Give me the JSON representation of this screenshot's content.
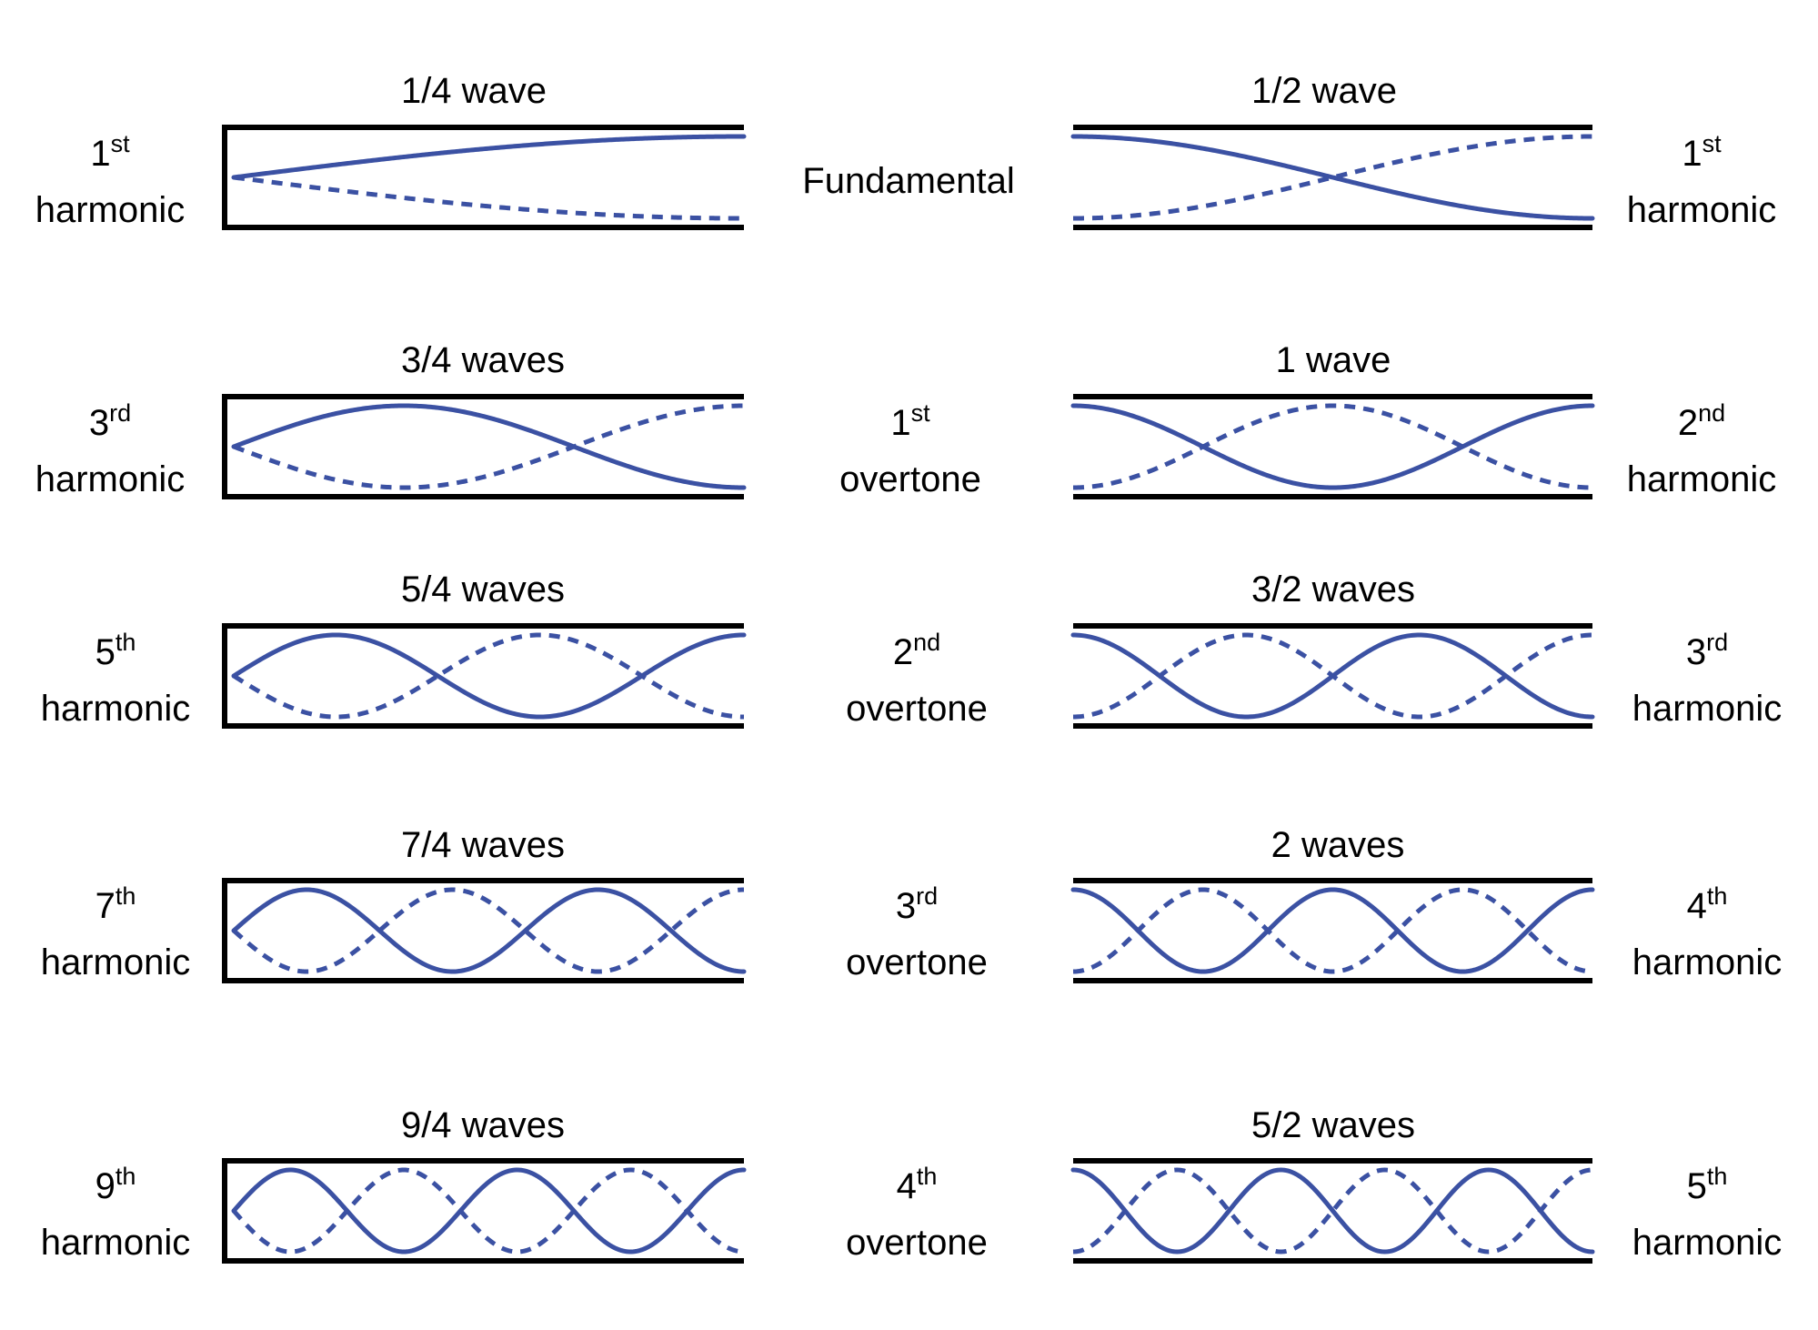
{
  "colors": {
    "wave": "#3b51a3",
    "tube": "#000000",
    "background": "#ffffff"
  },
  "middle": {
    "fundamental": "Fundamental"
  },
  "closed": {
    "tube_type": "closed-open",
    "rows": [
      {
        "title": "1/4 wave",
        "num": "1",
        "suffix": "st",
        "word": "harmonic",
        "quarter_waves": 1
      },
      {
        "title": "3/4 waves",
        "num": "3",
        "suffix": "rd",
        "word": "harmonic",
        "quarter_waves": 3
      },
      {
        "title": "5/4 waves",
        "num": "5",
        "suffix": "th",
        "word": "harmonic",
        "quarter_waves": 5
      },
      {
        "title": "7/4 waves",
        "num": "7",
        "suffix": "th",
        "word": "harmonic",
        "quarter_waves": 7
      },
      {
        "title": "9/4 waves",
        "num": "9",
        "suffix": "th",
        "word": "harmonic",
        "quarter_waves": 9
      }
    ]
  },
  "overtones": [
    {
      "num": "1",
      "suffix": "st",
      "word": "overtone"
    },
    {
      "num": "2",
      "suffix": "nd",
      "word": "overtone"
    },
    {
      "num": "3",
      "suffix": "rd",
      "word": "overtone"
    },
    {
      "num": "4",
      "suffix": "th",
      "word": "overtone"
    }
  ],
  "open": {
    "tube_type": "open-open",
    "rows": [
      {
        "title": "1/2 wave",
        "num": "1",
        "suffix": "st",
        "word": "harmonic",
        "half_waves": 1
      },
      {
        "title": "1 wave",
        "num": "2",
        "suffix": "nd",
        "word": "harmonic",
        "half_waves": 2
      },
      {
        "title": "3/2 waves",
        "num": "3",
        "suffix": "rd",
        "word": "harmonic",
        "half_waves": 3
      },
      {
        "title": "2 waves",
        "num": "4",
        "suffix": "th",
        "word": "harmonic",
        "half_waves": 4
      },
      {
        "title": "5/2 waves",
        "num": "5",
        "suffix": "th",
        "word": "harmonic",
        "half_waves": 5
      }
    ]
  }
}
